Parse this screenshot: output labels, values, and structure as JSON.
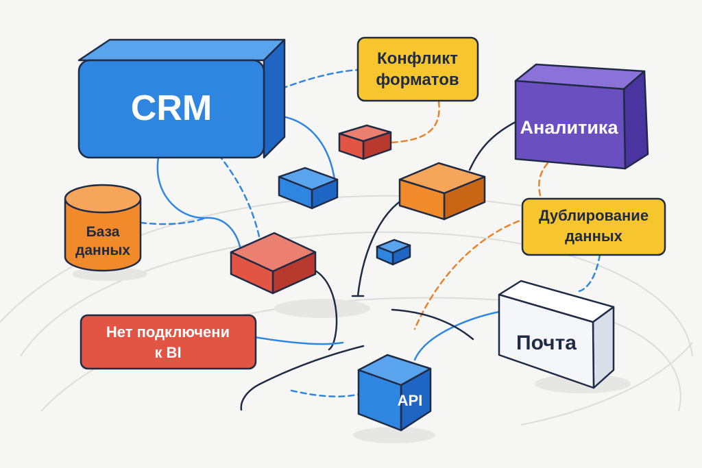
{
  "nodes": {
    "crm": {
      "label": "CRM"
    },
    "analytics": {
      "label": "Аналитика"
    },
    "database": {
      "line1": "База",
      "line2": "данных"
    },
    "mail": {
      "label": "Почта"
    },
    "api": {
      "label": "API"
    }
  },
  "callouts": {
    "format_conflict": {
      "line1": "Конфликт",
      "line2": "форматов"
    },
    "data_duplication": {
      "line1": "Дублирование",
      "line2": "данных"
    },
    "no_bi_connection": {
      "line1": "Нет подключени",
      "line2": "к BI"
    }
  },
  "colors": {
    "blue": "#2f86e0",
    "purple": "#6a4fc0",
    "orange": "#f08a2a",
    "red": "#e25545",
    "yellow": "#f7c62f",
    "outline": "#1f2a44",
    "link_blue": "#2f86e0",
    "link_orange": "#e8822a",
    "link_dark": "#1f2a44"
  }
}
